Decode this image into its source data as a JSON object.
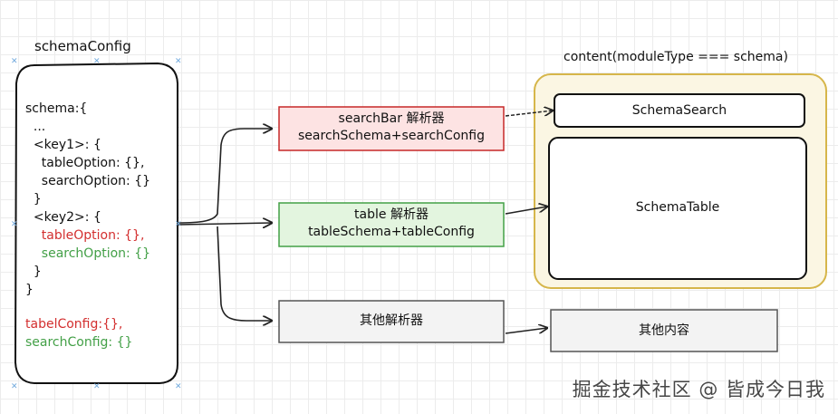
{
  "schema_config": {
    "title": "schemaConfig",
    "lines": [
      {
        "text": "schema:{",
        "color": "#111111"
      },
      {
        "text": "  ...",
        "color": "#111111"
      },
      {
        "text": "  <key1>: {",
        "color": "#111111"
      },
      {
        "text": "    tableOption: {},",
        "color": "#111111"
      },
      {
        "text": "    searchOption: {}",
        "color": "#111111"
      },
      {
        "text": "  }",
        "color": "#111111"
      },
      {
        "text": "  <key2>: {",
        "color": "#111111"
      },
      {
        "text": "    tableOption: {},",
        "color": "#d32f2f"
      },
      {
        "text": "    searchOption: {}",
        "color": "#43a047"
      },
      {
        "text": "  }",
        "color": "#111111"
      },
      {
        "text": "}",
        "color": "#111111"
      }
    ],
    "footer_lines": [
      {
        "text": "tabelConfig:{},",
        "color": "#d32f2f"
      },
      {
        "text": "searchConfig: {}",
        "color": "#43a047"
      }
    ]
  },
  "parsers": {
    "search_parser": {
      "line1": "searchBar 解析器",
      "line2": "searchSchema+searchConfig",
      "fill": "#fde3e3",
      "stroke": "#c62828"
    },
    "table_parser": {
      "line1": "table 解析器",
      "line2": "tableSchema+tableConfig",
      "fill": "#e3f5df",
      "stroke": "#43a047"
    },
    "other_parser": {
      "line1": "其他解析器",
      "fill": "#f3f3f3",
      "stroke": "#555555"
    }
  },
  "content": {
    "title": "content(moduleType === schema)",
    "frame_fill": "#fbf6e3",
    "frame_stroke": "#d6b64a",
    "schema_search": "SchemaSearch",
    "schema_table": "SchemaTable"
  },
  "other_content": {
    "label": "其他内容"
  },
  "watermark": "掘金技术社区 @ 皆成今日我",
  "colors": {
    "handle": "#6fa8dc"
  }
}
